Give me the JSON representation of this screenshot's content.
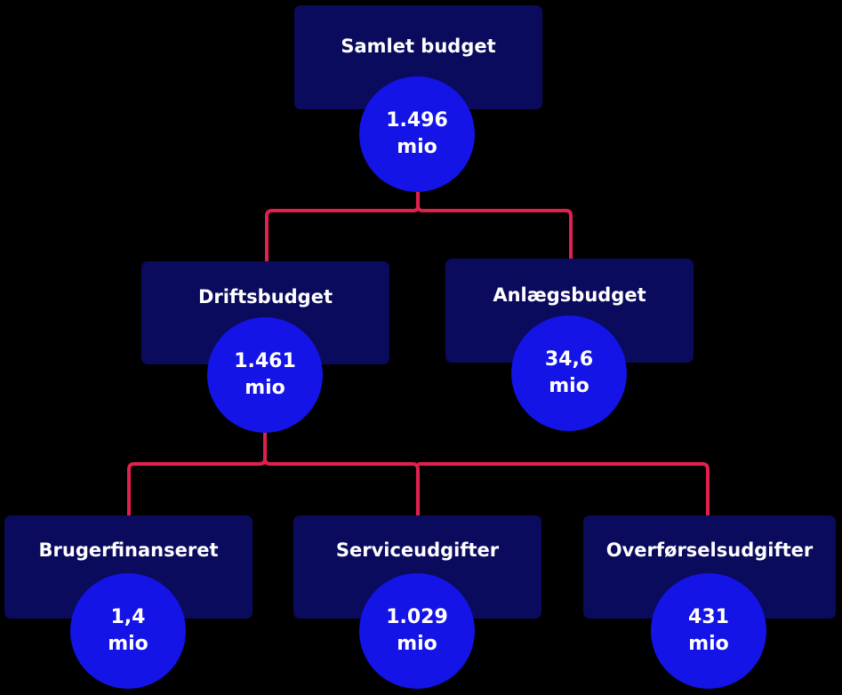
{
  "colors": {
    "background": "#000000",
    "box": "#0b0b5e",
    "circle": "#1414e6",
    "connector": "#e0204f",
    "text": "#ffffff"
  },
  "nodes": {
    "total": {
      "title": "Samlet budget",
      "value": "1.496",
      "unit": "mio"
    },
    "operations": {
      "title": "Driftsbudget",
      "value": "1.461",
      "unit": "mio"
    },
    "construction": {
      "title": "Anlægsbudget",
      "value": "34,6",
      "unit": "mio"
    },
    "user_financed": {
      "title": "Brugerfinanseret",
      "value": "1,4",
      "unit": "mio"
    },
    "service": {
      "title": "Serviceudgifter",
      "value": "1.029",
      "unit": "mio"
    },
    "transfer": {
      "title": "Overførselsudgifter",
      "value": "431",
      "unit": "mio"
    }
  }
}
